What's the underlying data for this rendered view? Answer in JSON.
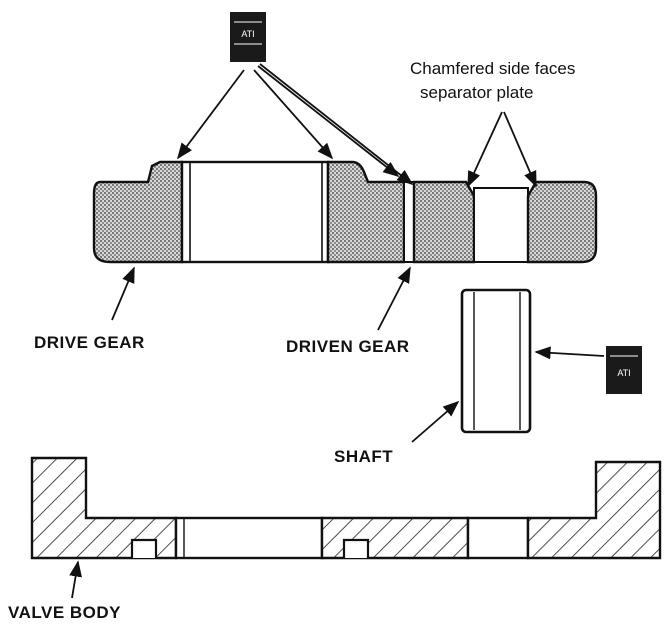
{
  "labels": {
    "drive_gear": "DRIVE GEAR",
    "driven_gear": "DRIVEN GEAR",
    "shaft": "SHAFT",
    "valve_body": "VALVE BODY",
    "chamfer_line1": "Chamfered side faces",
    "chamfer_line2": "separator plate"
  },
  "stamps": {
    "top": "ATI",
    "right": "ATI"
  },
  "colors": {
    "ink": "#111111",
    "paper": "#ffffff",
    "stamp": "#1a1a1a"
  }
}
